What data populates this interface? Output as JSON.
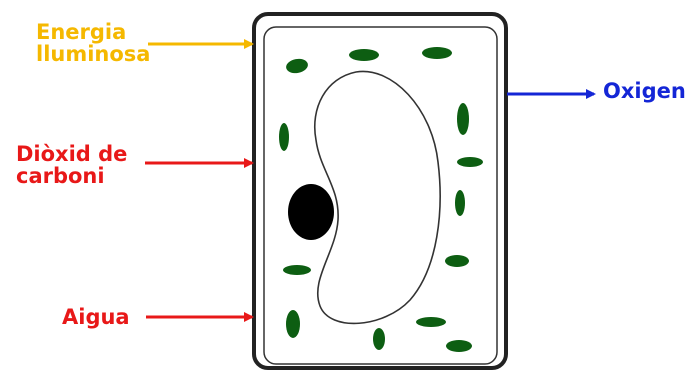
{
  "labels": {
    "energy": "Energia lluminosa",
    "co2": "Diòxid de carboni",
    "water": "Aigua",
    "oxygen": "Oxigen"
  },
  "colors": {
    "energy": "#f5b800",
    "inputs": "#e81818",
    "oxygen": "#1426d6",
    "chloroplast": "#0d5e12",
    "nucleus": "#000000",
    "cell_wall": "#222222"
  }
}
